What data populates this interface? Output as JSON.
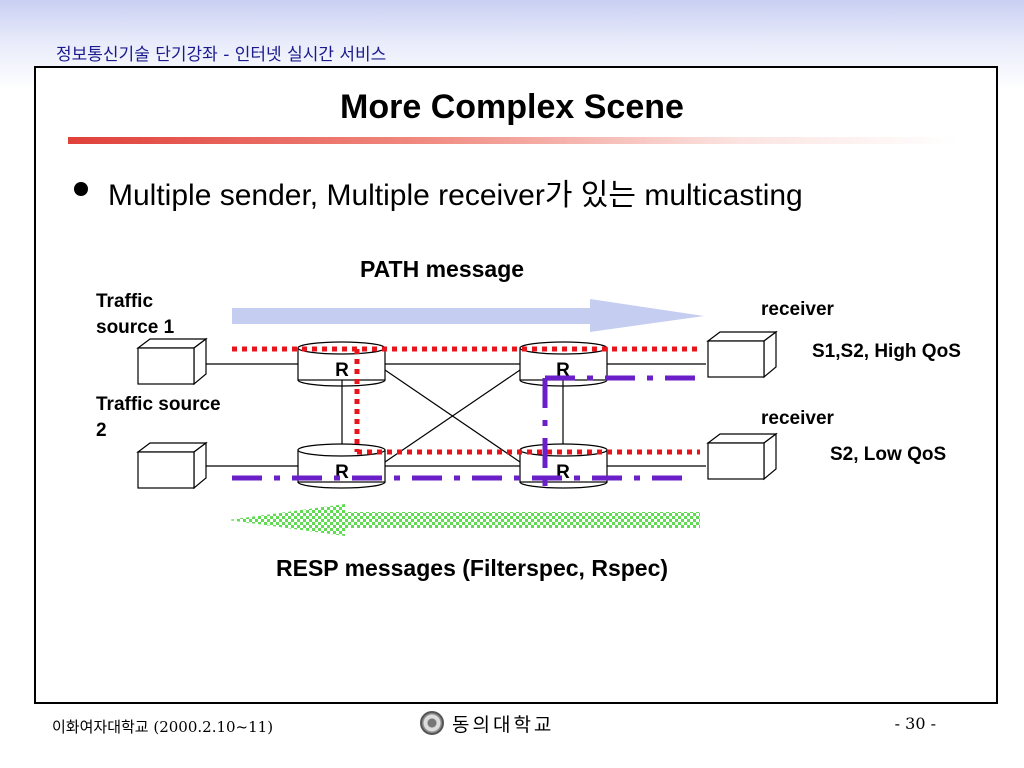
{
  "header": {
    "course_title": "정보통신기술 단기강좌 - 인터넷 실시간 서비스"
  },
  "slide": {
    "title": "More Complex Scene",
    "bullet": "Multiple sender, Multiple receiver가 있는 multicasting"
  },
  "diagram": {
    "path_label": "PATH message",
    "resp_label": "RESP messages (Filterspec, Rspec)",
    "source1_label_line1": "Traffic",
    "source1_label_line2": "source 1",
    "source2_label_line1": "Traffic source",
    "source2_label_line2": "2",
    "receiver1_label": "receiver",
    "receiver1_qos": "S1,S2, High QoS",
    "receiver2_label": "receiver",
    "receiver2_qos": "S2, Low QoS",
    "router_label": "R",
    "colors": {
      "path_arrow": "#c5cdf0",
      "resp_arrow": "#66e05a",
      "dotted_red": "#e8141c",
      "dashdot_purple": "#6a1fc9"
    }
  },
  "footer": {
    "left": "이화여자대학교 (2000.2.10~11)",
    "center_brand": "동의대학교",
    "page": "- 30 -"
  }
}
